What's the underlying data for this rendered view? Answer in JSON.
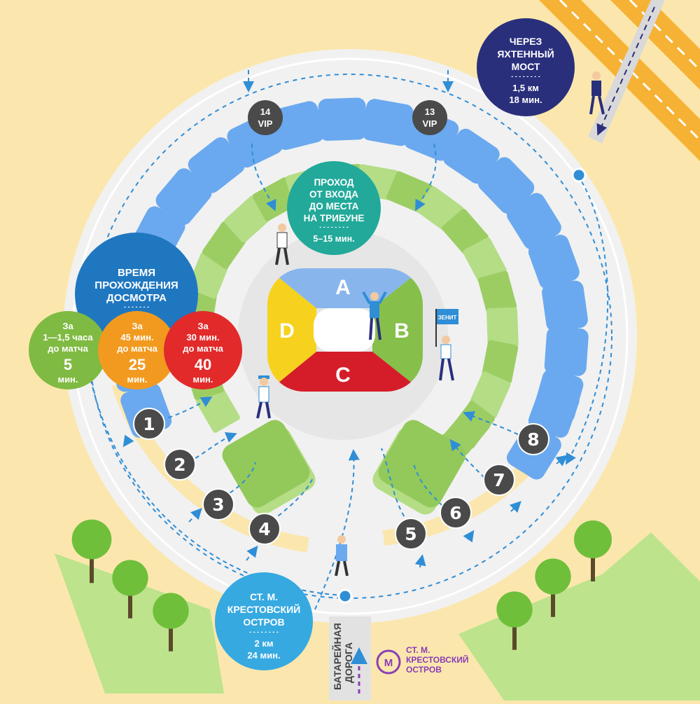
{
  "colors": {
    "background": "#fbe7ad",
    "stadium_ring": "#f1f1f1",
    "inner_plaza": "#e6e6e6",
    "blue_block": "#6aa9ef",
    "green_block": "#9ccd63",
    "path_yellow": "#fbe7ad",
    "sector_a": "#88b6ec",
    "sector_b": "#86c04b",
    "sector_c": "#d51d29",
    "sector_d": "#f6d21f",
    "route_line": "#2f8ed6",
    "gate_badge": "#4a4a4a",
    "navy": "#2a2f7c",
    "teal": "#22a99a",
    "info_blue": "#1f77c0",
    "light_blue": "#36a9e1",
    "green_circle": "#7fba42",
    "orange_circle": "#f29a1f",
    "red_circle": "#e22a2a",
    "metro_purple": "#8a3db6",
    "grass": "#bde38c",
    "tree": "#6fbf3b"
  },
  "stadium": {
    "sectors": {
      "a": "A",
      "b": "B",
      "c": "C",
      "d": "D"
    },
    "vip": {
      "vip14": {
        "line1": "14",
        "line2": "VIP"
      },
      "vip13": {
        "line1": "13",
        "line2": "VIP"
      }
    },
    "gates": [
      "1",
      "2",
      "3",
      "4",
      "5",
      "6",
      "7",
      "8"
    ]
  },
  "info": {
    "bridge": {
      "lines": [
        "ЧЕРЕЗ",
        "ЯХТЕННЫЙ",
        "МОСТ"
      ],
      "divider": "- - - - - - - -",
      "distance": "1,5 км",
      "time": "18 мин."
    },
    "walk": {
      "lines": [
        "ПРОХОД",
        "ОТ ВХОДА",
        "ДО МЕСТА",
        "НА ТРИБУНЕ"
      ],
      "divider": "- - - - - - - -",
      "time": "5–15 мин."
    },
    "security": {
      "lines": [
        "ВРЕМЯ",
        "ПРОХОЖДЕНИЯ",
        "ДОСМОТРА"
      ],
      "divider": "- - - - - - -",
      "items": [
        {
          "lines": [
            "За",
            "1—1,5 часа",
            "до матча"
          ],
          "value": "5",
          "unit": "мин."
        },
        {
          "lines": [
            "За",
            "45 мин.",
            "до матча"
          ],
          "value": "25",
          "unit": "мин."
        },
        {
          "lines": [
            "За",
            "30 мин.",
            "до матча"
          ],
          "value": "40",
          "unit": "мин."
        }
      ]
    },
    "metro_route": {
      "lines": [
        "СТ. М.",
        "КРЕСТОВСКИЙ",
        "ОСТРОВ"
      ],
      "divider": "- - - - - - - -",
      "distance": "2 км",
      "time": "24 мин."
    }
  },
  "road": {
    "line1": "БАТАРЕЙНАЯ",
    "line2": "ДОРОГА"
  },
  "metro_logo": {
    "symbol": "M",
    "lines": [
      "СТ. М.",
      "КРЕСТОВСКИЙ",
      "ОСТРОВ"
    ]
  },
  "flag": {
    "text": "ЗЕНИТ"
  }
}
